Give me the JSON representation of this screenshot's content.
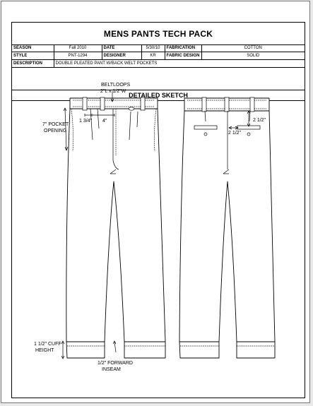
{
  "title": "MENS PANTS TECH PACK",
  "rows": [
    {
      "label1": "SEASON",
      "value1": "Fall 2010",
      "label2": "DATE",
      "value2": "5/30/10",
      "label3": "FABRICATION",
      "value3": "COTTON"
    },
    {
      "label1": "STYLE",
      "value1": "PNT-1294",
      "label2": "DESIGNER",
      "value2": "KR",
      "label3": "FABRIC DESIGN",
      "value3": "SOLID"
    }
  ],
  "description": {
    "label": "DESCRIPTION",
    "value": "DOUBLE PLEATED PANT W/BACK WELT POCKETS"
  },
  "sketch_header": "DETAILED SKETCH",
  "callouts": {
    "beltloops_line1": "BELTLOOPS",
    "beltloops_line2": "2\"L x 1/2\"W",
    "pocket_line1": "7\" POCKET",
    "pocket_line2": "OPENING",
    "pleat_a": "1 3/4\"",
    "pleat_b": "4\"",
    "cuff_line1": "1 1/2\" CUFF",
    "cuff_line2": "HEIGHT",
    "inseam_line1": "1/2\" FORWARD",
    "inseam_line2": "INSEAM",
    "back_pocket_v": "2 1/2\"",
    "back_pocket_h": "2 1/2\""
  }
}
